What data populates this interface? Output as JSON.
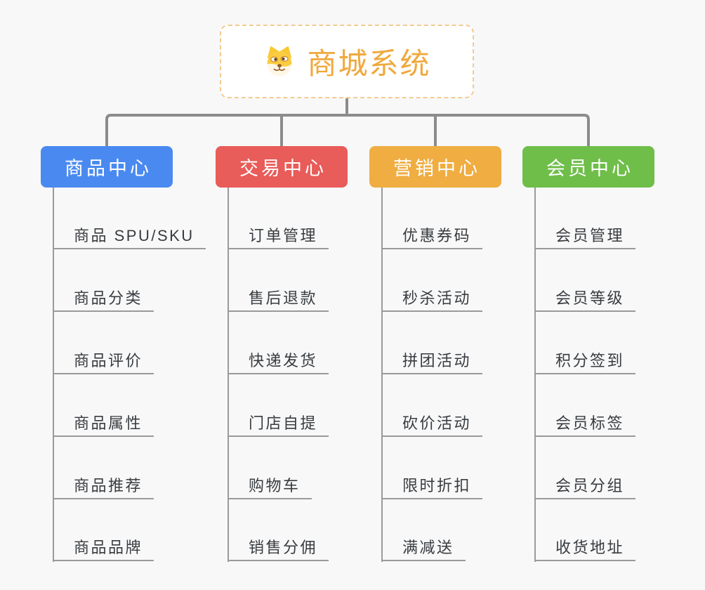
{
  "root": {
    "title": "商城系统",
    "title_color": "#F0A83C",
    "border_color": "#F4CA92",
    "icon": "doge-mascot-icon"
  },
  "colors": {
    "background": "#F8F8F8",
    "connector": "#8C8C8C",
    "leaf_line": "#9A9A9A",
    "leaf_text": "#383C40"
  },
  "branches": [
    {
      "id": "product-center",
      "label": "商品中心",
      "color": "#4A8AF0",
      "items": [
        "商品 SPU/SKU",
        "商品分类",
        "商品评价",
        "商品属性",
        "商品推荐",
        "商品品牌"
      ]
    },
    {
      "id": "trade-center",
      "label": "交易中心",
      "color": "#E85C59",
      "items": [
        "订单管理",
        "售后退款",
        "快递发货",
        "门店自提",
        "购物车",
        "销售分佣"
      ]
    },
    {
      "id": "marketing-center",
      "label": "营销中心",
      "color": "#EFAD42",
      "items": [
        "优惠券码",
        "秒杀活动",
        "拼团活动",
        "砍价活动",
        "限时折扣",
        "满减送"
      ]
    },
    {
      "id": "member-center",
      "label": "会员中心",
      "color": "#6FBE4A",
      "items": [
        "会员管理",
        "会员等级",
        "积分签到",
        "会员标签",
        "会员分组",
        "收货地址"
      ]
    }
  ]
}
